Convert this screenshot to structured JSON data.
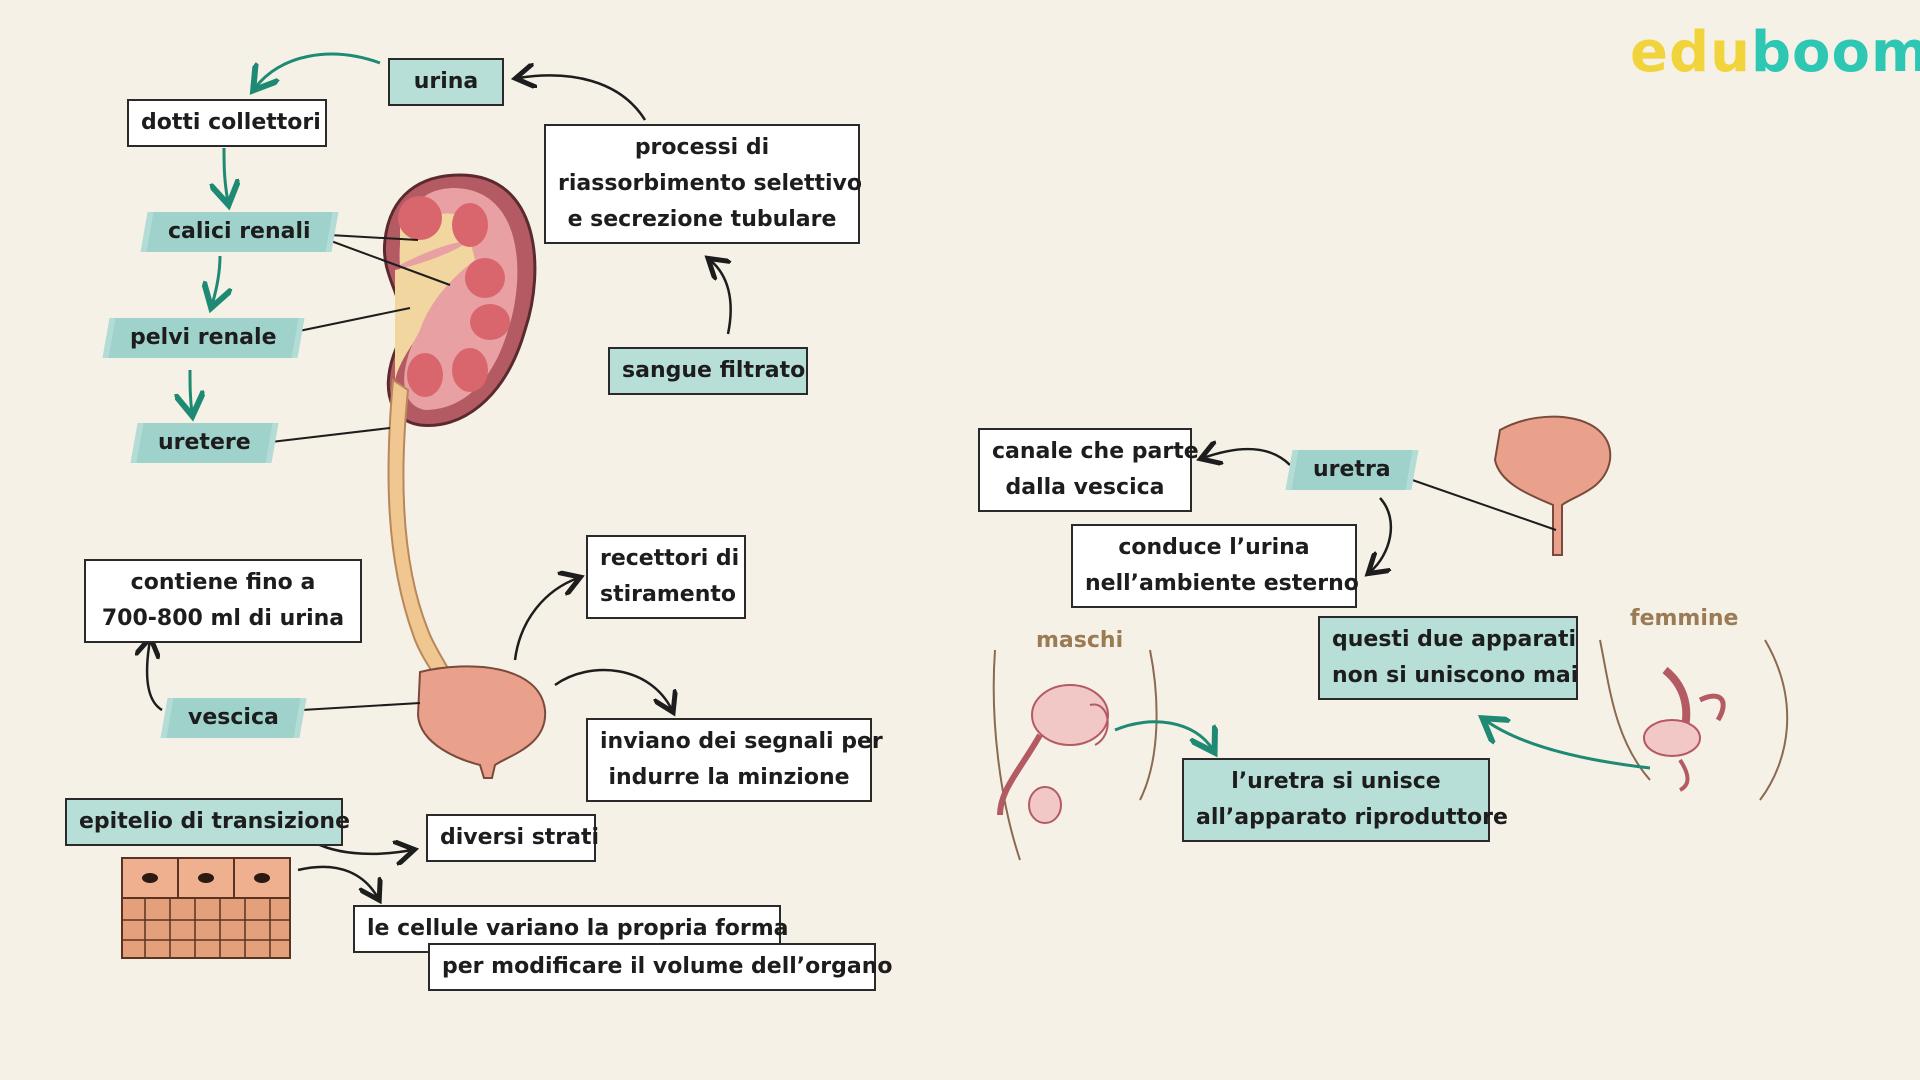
{
  "brand": {
    "part1": "edu",
    "part2": "boom"
  },
  "colors": {
    "background": "#f6f1e6",
    "teal": "#9fd2cb",
    "arrow_teal": "#1f8a73",
    "organ": "#e9a18c",
    "kidney_dark": "#b45a63"
  },
  "labels": {
    "urina": "urina",
    "dotti": "dotti collettori",
    "calici": "calici renali",
    "pelvi": "pelvi renale",
    "uretere": "uretere",
    "processi": [
      "processi di",
      "riassorbimento selettivo",
      "e secrezione tubulare"
    ],
    "sangue": "sangue filtrato",
    "contiene": [
      "contiene fino a",
      "700-800 ml di urina"
    ],
    "vescica": "vescica",
    "recettori": [
      "recettori di",
      "stiramento"
    ],
    "inviano": [
      "inviano dei segnali per",
      "indurre la minzione"
    ],
    "epitelio": "epitelio di transizione",
    "strati": "diversi strati",
    "cellule1": "le cellule variano la propria forma",
    "cellule2": "per modificare il volume dell’organo",
    "canale": [
      "canale che parte",
      "dalla vescica"
    ],
    "uretra": "uretra",
    "conduce": [
      "conduce l’urina",
      "nell’ambiente esterno"
    ],
    "maschi": "maschi",
    "femmine": "femmine",
    "questi": [
      "questi due apparati",
      "non si uniscono mai"
    ],
    "unisce": [
      "l’uretra si unisce",
      "all’apparato riproduttore"
    ]
  }
}
